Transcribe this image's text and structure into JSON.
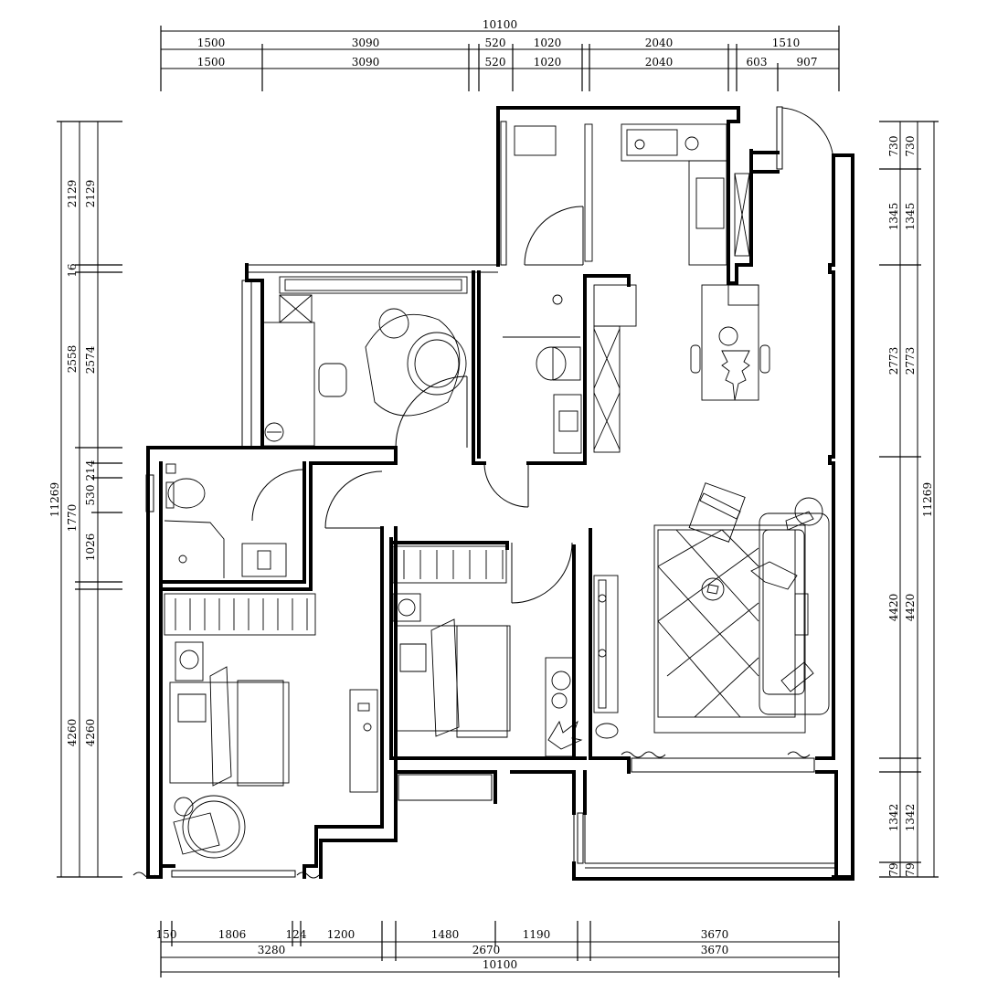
{
  "plan": {
    "top": {
      "total": "10100",
      "row1": [
        "1500",
        "3090",
        "520",
        "1020",
        "2040",
        "1510"
      ],
      "row2": [
        "1500",
        "3090",
        "520",
        "1020",
        "2040",
        "603",
        "907"
      ]
    },
    "bottom": {
      "row1": [
        "150",
        "1806",
        "124",
        "1200",
        "1480",
        "1190",
        "3670"
      ],
      "row2": [
        "3280",
        "2670",
        "3670"
      ],
      "total": "10100"
    },
    "left": {
      "total": "11269",
      "outer": [
        "2129",
        "16",
        "2558",
        "1770",
        "4260"
      ],
      "inner": [
        "2129",
        "2574",
        "214",
        "530",
        "1026",
        "4260"
      ]
    },
    "right": {
      "total": "11269",
      "outer": [
        "730",
        "1345",
        "2773",
        "4420",
        "1342",
        "79"
      ],
      "inner": [
        "730",
        "1345",
        "2773",
        "4420",
        "1342",
        "79"
      ]
    }
  }
}
